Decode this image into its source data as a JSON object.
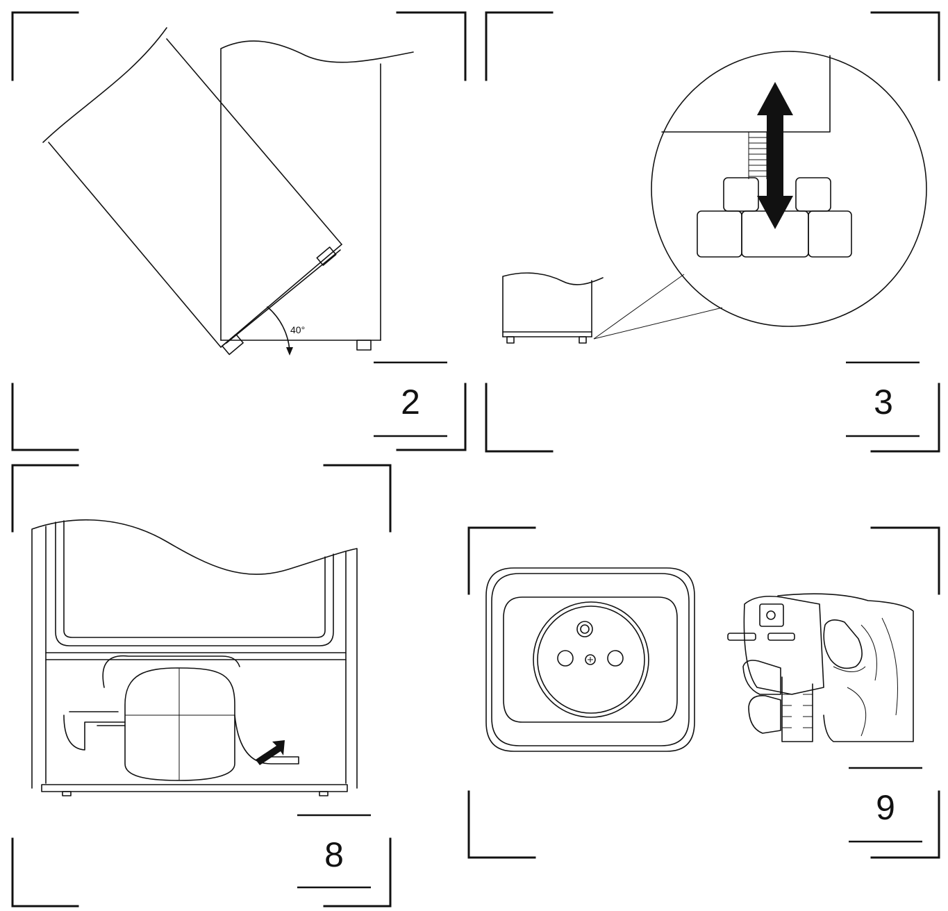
{
  "figures": [
    {
      "id": "fig-2",
      "number": "2",
      "angle_label": "40°"
    },
    {
      "id": "fig-3",
      "number": "3"
    },
    {
      "id": "fig-8",
      "number": "8"
    },
    {
      "id": "fig-9",
      "number": "9"
    }
  ],
  "colors": {
    "ink": "#111111",
    "paper": "#ffffff"
  },
  "icons": {
    "fig-3": "double-arrow-icon",
    "fig-8": "arrow-icon",
    "fig-9": [
      "power-socket-icon",
      "power-plug-icon"
    ]
  }
}
